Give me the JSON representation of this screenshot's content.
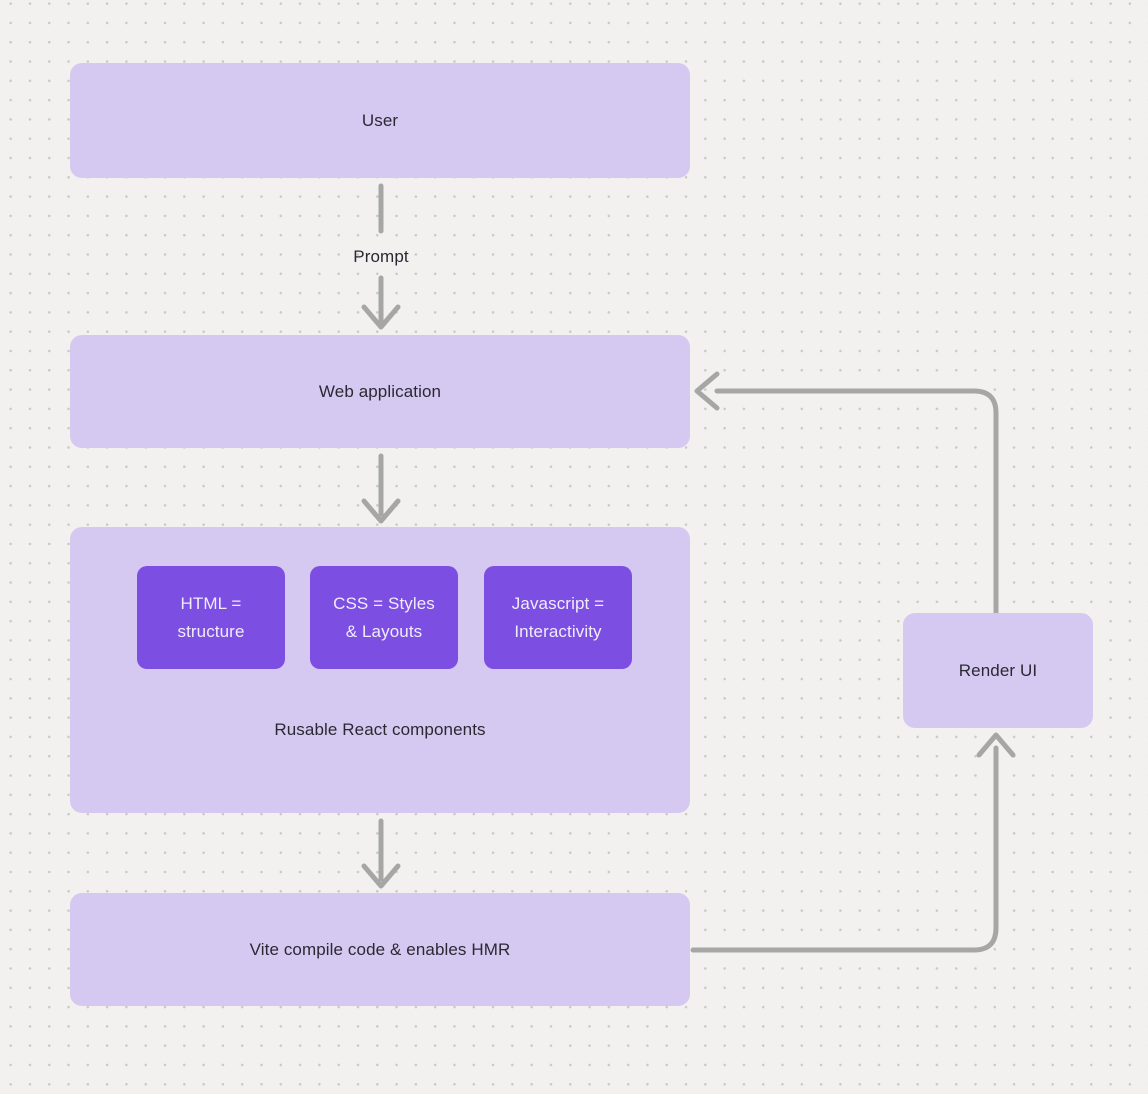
{
  "theme": {
    "background_color": "#f2f1ef",
    "dot_color": "#cbc8c5",
    "node_fill": "#d6c9f1",
    "chip_fill": "#7c4ee2",
    "chip_text_color": "#f1ecfb",
    "arrow_color": "#a6a6a6",
    "label_color": "#2b2833"
  },
  "diagram": {
    "nodes": {
      "user": {
        "label": "User"
      },
      "web_application": {
        "label": "Web application"
      },
      "components": {
        "caption": "Rusable React components",
        "chips": [
          {
            "lines": [
              "HTML =",
              "structure"
            ]
          },
          {
            "lines": [
              "CSS = Styles",
              "& Layouts"
            ]
          },
          {
            "lines": [
              "Javascript =",
              "Interactivity"
            ]
          }
        ]
      },
      "vite": {
        "label": "Vite compile code & enables HMR"
      },
      "render_ui": {
        "label": "Render UI"
      }
    },
    "edges": {
      "prompt_label": "Prompt"
    }
  }
}
